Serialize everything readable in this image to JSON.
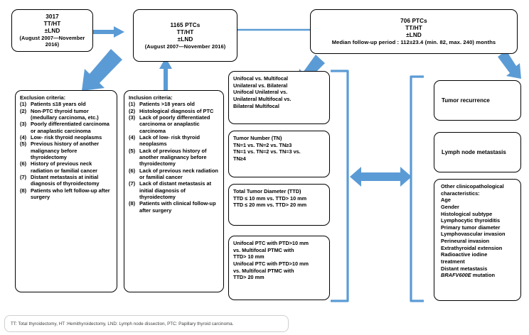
{
  "colors": {
    "arrow_blue": "#5B9BD5",
    "box_border": "#000000",
    "background": "#FFFFFF",
    "legend_border": "#CFCFCF"
  },
  "boxes": {
    "cohort_initial": {
      "name": "initial-cohort",
      "lines": [
        "3017",
        "TT/HT",
        "±LND",
        "(August 2007—November  2016)"
      ]
    },
    "cohort_ptc": {
      "name": "ptc-cohort",
      "lines": [
        "1165 PTCs",
        "TT/HT",
        "±LND",
        "(August 2007—November  2016)"
      ]
    },
    "cohort_final": {
      "name": "final-cohort",
      "lines": [
        "706 PTCs",
        "TT/HT",
        "±LND",
        "Median follow-up period : 112±23.4 (min. 82, max. 240) months"
      ]
    },
    "exclusion": {
      "title": "Exclusion criteria:",
      "items": [
        {
          "num": "(1)",
          "text": "Patients ≤18  years old"
        },
        {
          "num": "(2)",
          "text": "Non-PTC thyroid tumor (medullary carcinoma, etc.)"
        },
        {
          "num": "(3)",
          "text": "Poorly differentiated carcinoma or anaplastic carcinoma"
        },
        {
          "num": "(4)",
          "text": "Low- risk thyroid neoplasms"
        },
        {
          "num": "(5)",
          "text": "Previous history of another malignancy before thyroidectomy"
        },
        {
          "num": "(6)",
          "text": "History of previous neck radiation or familial cancer"
        },
        {
          "num": "(7)",
          "text": "Distant metastasis at initial diagnosis of thyroidectomy"
        },
        {
          "num": "(8)",
          "text": "Patients  who left follow-up after surgery"
        }
      ]
    },
    "inclusion": {
      "title": "Inclusion  criteria:",
      "items": [
        {
          "num": "(1)",
          "text": "Patients >18  years old"
        },
        {
          "num": "(2)",
          "text": "Histological diagnosis of PTC"
        },
        {
          "num": "(3)",
          "text": "Lack of poorly differentiated carcinoma or anaplastic carcinoma"
        },
        {
          "num": "(4)",
          "text": "Lack of low- risk thyroid neoplasms"
        },
        {
          "num": "(5)",
          "text": "Lack of previous history of another malignancy before thyroidectomy"
        },
        {
          "num": "(6)",
          "text": "Lack of previous neck radiation or familial cancer"
        },
        {
          "num": "(7)",
          "text": "Lack of  distant metastasis at initial diagnosis of thyroidectomy"
        },
        {
          "num": "(8)",
          "text": "Patients  with clinical follow-up after surgery"
        }
      ]
    },
    "focality": {
      "lines": [
        "Unifocal  vs. Multifocal",
        "Unilateral vs. Bilateral",
        "Unifocal Unilateral vs.",
        "Unilateral Multifocal vs.",
        "Bilateral Multifocal"
      ]
    },
    "tumor_number": {
      "lines": [
        "Tumor Number (TN)",
        "TN=1 vs. TN=2 vs. TN≥3",
        "TN=1 vs. TN=2 vs. TN=3 vs.",
        "TN≥4"
      ]
    },
    "total_tumor_diameter": {
      "lines": [
        "Total Tumor Diameter (TTD)",
        "TTD ≤ 10 mm vs. TTD> 10 mm",
        "TTD ≤ 20 mm vs. TTD> 20 mm"
      ]
    },
    "combined_comparison": {
      "lines": [
        "Unifocal PTC with PTD>10 mm",
        "vs. Multifocal PTMC with",
        "TTD> 10 mm",
        "Unifocal PTC with PTD>10 mm",
        "vs. Multifocal PTMC with",
        "TTD> 20 mm"
      ]
    },
    "tumor_recurrence": {
      "label": "Tumor recurrence"
    },
    "lymph_node_metastasis": {
      "label": "Lymph node metastasis"
    },
    "other_characteristics": {
      "title_lines": [
        "Other clinicopathological",
        "characteristics:"
      ],
      "items": [
        "Age",
        "Gender",
        "Histological subtype",
        "Lymphocytic thyroiditis",
        "Primary tumor diameter",
        "Lymphovascular invasion",
        "Perineural invasion",
        "Extrathyroidal extension",
        "Radioactive iodine",
        "treatment",
        "Distant metastasis"
      ],
      "last_italic": "BRAFV600E",
      "last_rest": " mutation"
    }
  },
  "legend": {
    "text": "TT: Total thyroidectomy, HT :Hemithyroidectomy,  LND: Lymph node dissection, PTC: Papillary thyroid carcinoma."
  },
  "connectors": [
    {
      "name": "arrow-initial-to-ptc",
      "type": "arrow-right"
    },
    {
      "name": "arrow-initial-to-exclusion",
      "type": "arrow-diagonal-down-left"
    },
    {
      "name": "arrow-inclusion-to-ptc",
      "type": "arrow-up"
    },
    {
      "name": "line-ptc-to-final",
      "type": "line-horizontal"
    },
    {
      "name": "arrow-final-to-variables",
      "type": "arrow-diagonal-down-left"
    },
    {
      "name": "arrow-final-to-outcomes",
      "type": "arrow-diagonal-down-right"
    },
    {
      "name": "bracket-variables",
      "type": "bracket-right"
    },
    {
      "name": "bracket-outcomes",
      "type": "bracket-left"
    },
    {
      "name": "double-arrow-association",
      "type": "arrow-double-horizontal"
    }
  ]
}
